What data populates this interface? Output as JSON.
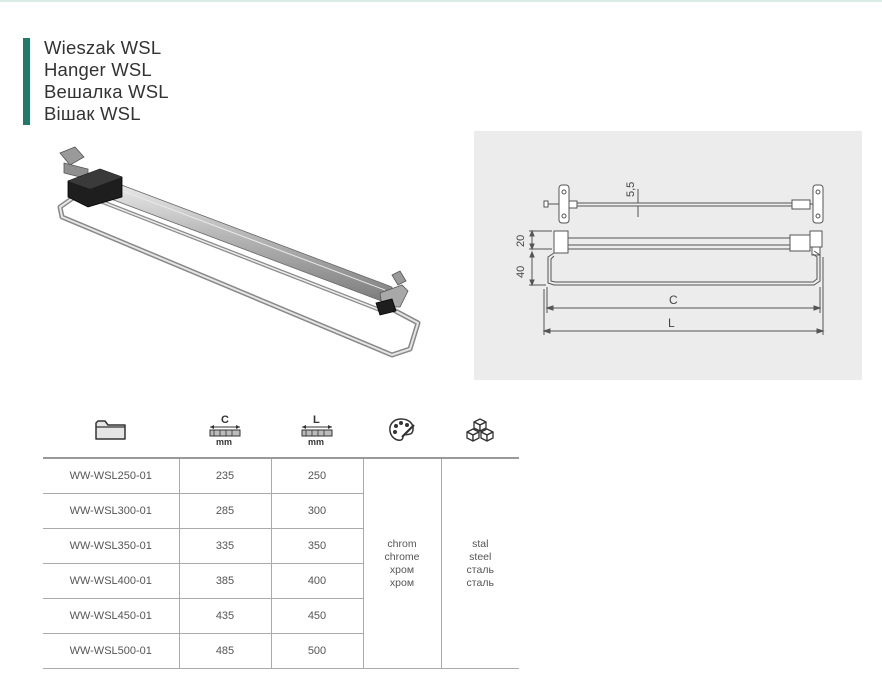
{
  "product": {
    "titles": [
      "Wieszak WSL",
      "Hanger WSL",
      "Вешалка WSL",
      "Вішак WSL"
    ]
  },
  "drawing": {
    "dim_rail": "5,5",
    "dim_height_top": "20",
    "dim_height_total": "40",
    "dim_c": "C",
    "dim_l": "L"
  },
  "table": {
    "header_icons": [
      "folder-icon",
      "dimension-c-icon",
      "dimension-l-icon",
      "color-palette-icon",
      "material-cubes-icon"
    ],
    "header_c_letter": "C",
    "header_l_letter": "L",
    "header_unit": "mm",
    "rows": [
      {
        "code": "WW-WSL250-01",
        "c": "235",
        "l": "250"
      },
      {
        "code": "WW-WSL300-01",
        "c": "285",
        "l": "300"
      },
      {
        "code": "WW-WSL350-01",
        "c": "335",
        "l": "350"
      },
      {
        "code": "WW-WSL400-01",
        "c": "385",
        "l": "400"
      },
      {
        "code": "WW-WSL450-01",
        "c": "435",
        "l": "450"
      },
      {
        "code": "WW-WSL500-01",
        "c": "485",
        "l": "500"
      }
    ],
    "color": [
      "chrom",
      "chrome",
      "хром",
      "хром"
    ],
    "material": [
      "stal",
      "steel",
      "сталь",
      "сталь"
    ]
  },
  "colors": {
    "accent": "#1f7a68",
    "panel": "#ececec"
  }
}
